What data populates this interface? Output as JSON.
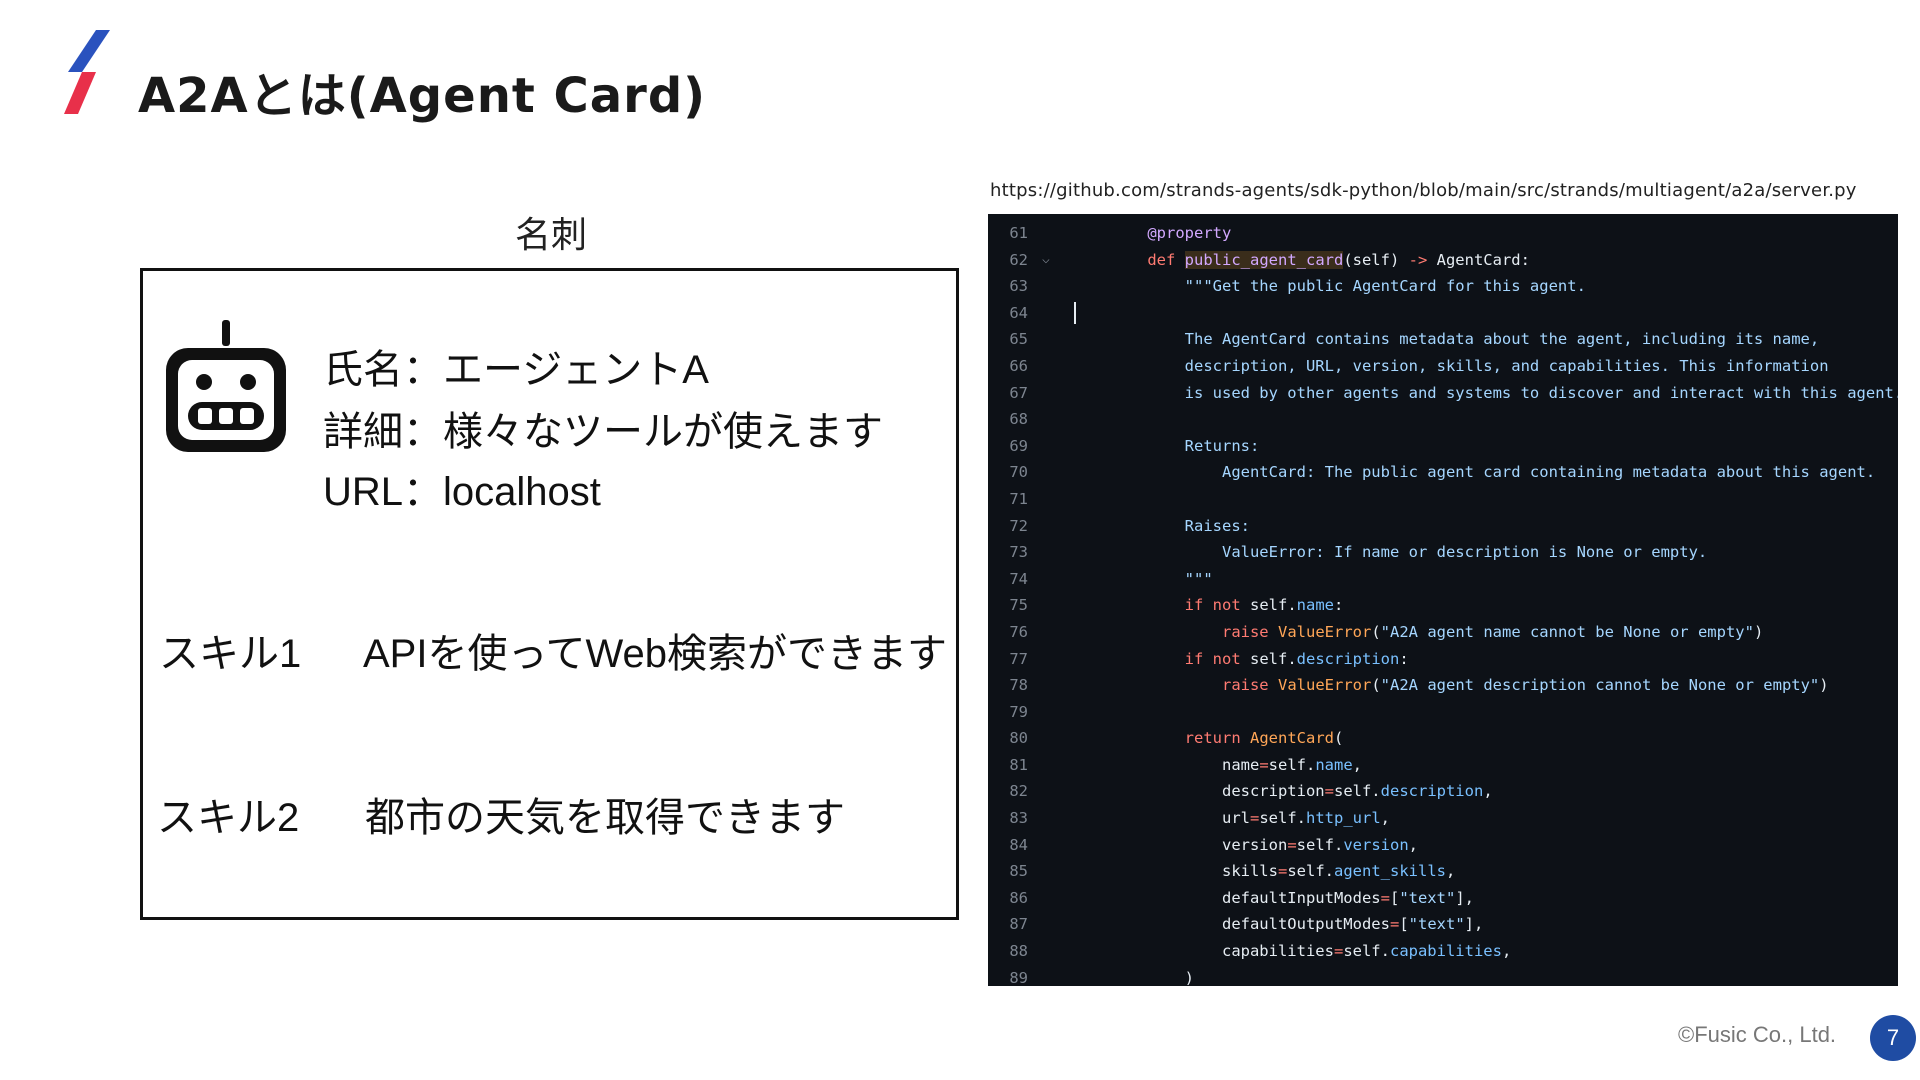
{
  "slide": {
    "title": "A2Aとは(Agent Card)",
    "copyright": "©Fusic Co., Ltd.",
    "page_number": "7",
    "accent_colors": {
      "stripe_blue": "#2a52be",
      "stripe_red": "#e8304a",
      "badge": "#1f4ca3"
    }
  },
  "card": {
    "caption": "名刺",
    "icon": "robot-icon",
    "lines": [
      "氏名：エージェントA",
      "詳細：様々なツールが使えます",
      "URL：localhost"
    ],
    "skills": [
      {
        "label": "スキル1",
        "description": "APIを使ってWeb検索ができます"
      },
      {
        "label": "スキル2",
        "description": "都市の天気を取得できます"
      }
    ]
  },
  "code_view": {
    "source_url": "https://github.com/strands-agents/sdk-python/blob/main/src/strands/multiagent/a2a/server.py",
    "lines": [
      {
        "n": "61",
        "t": [
          [
            "    ",
            ""
          ],
          [
            "@property",
            "fn"
          ]
        ]
      },
      {
        "n": "62",
        "fold": true,
        "t": [
          [
            "    ",
            ""
          ],
          [
            "def",
            "kw"
          ],
          [
            " ",
            ""
          ],
          [
            "public_agent_card",
            "fnhl"
          ],
          [
            "(self) ",
            ""
          ],
          [
            "->",
            "op"
          ],
          [
            " AgentCard:",
            ""
          ]
        ]
      },
      {
        "n": "63",
        "t": [
          [
            "        \"\"\"Get the public AgentCard for this agent.",
            "str"
          ]
        ]
      },
      {
        "n": "64",
        "cursor": true,
        "t": []
      },
      {
        "n": "65",
        "t": [
          [
            "        The AgentCard contains metadata about the agent, including its name,",
            "str"
          ]
        ]
      },
      {
        "n": "66",
        "t": [
          [
            "        description, URL, version, skills, and capabilities. This information",
            "str"
          ]
        ]
      },
      {
        "n": "67",
        "t": [
          [
            "        is used by other agents and systems to discover and interact with this agent.",
            "str"
          ]
        ]
      },
      {
        "n": "68",
        "t": []
      },
      {
        "n": "69",
        "t": [
          [
            "        Returns:",
            "str"
          ]
        ]
      },
      {
        "n": "70",
        "t": [
          [
            "            AgentCard: The public agent card containing metadata about this agent.",
            "str"
          ]
        ]
      },
      {
        "n": "71",
        "t": []
      },
      {
        "n": "72",
        "t": [
          [
            "        Raises:",
            "str"
          ]
        ]
      },
      {
        "n": "73",
        "t": [
          [
            "            ValueError: If name or description is None or empty.",
            "str"
          ]
        ]
      },
      {
        "n": "74",
        "t": [
          [
            "        \"\"\"",
            "str"
          ]
        ]
      },
      {
        "n": "75",
        "t": [
          [
            "        ",
            ""
          ],
          [
            "if",
            "kw"
          ],
          [
            " ",
            ""
          ],
          [
            "not",
            "kw"
          ],
          [
            " self.",
            ""
          ],
          [
            "name",
            "attr"
          ],
          [
            ":",
            ""
          ]
        ]
      },
      {
        "n": "76",
        "t": [
          [
            "            ",
            ""
          ],
          [
            "raise",
            "kw"
          ],
          [
            " ",
            ""
          ],
          [
            "ValueError",
            "cls"
          ],
          [
            "(",
            ""
          ],
          [
            "\"A2A agent name cannot be None or empty\"",
            "str"
          ],
          [
            ")",
            ""
          ]
        ]
      },
      {
        "n": "77",
        "t": [
          [
            "        ",
            ""
          ],
          [
            "if",
            "kw"
          ],
          [
            " ",
            ""
          ],
          [
            "not",
            "kw"
          ],
          [
            " self.",
            ""
          ],
          [
            "description",
            "attr"
          ],
          [
            ":",
            ""
          ]
        ]
      },
      {
        "n": "78",
        "t": [
          [
            "            ",
            ""
          ],
          [
            "raise",
            "kw"
          ],
          [
            " ",
            ""
          ],
          [
            "ValueError",
            "cls"
          ],
          [
            "(",
            ""
          ],
          [
            "\"A2A agent description cannot be None or empty\"",
            "str"
          ],
          [
            ")",
            ""
          ]
        ]
      },
      {
        "n": "79",
        "t": []
      },
      {
        "n": "80",
        "t": [
          [
            "        ",
            ""
          ],
          [
            "return",
            "kw"
          ],
          [
            " ",
            ""
          ],
          [
            "AgentCard",
            "cls"
          ],
          [
            "(",
            ""
          ]
        ]
      },
      {
        "n": "81",
        "t": [
          [
            "            name",
            ""
          ],
          [
            "=",
            "op"
          ],
          [
            "self.",
            ""
          ],
          [
            "name",
            "attr"
          ],
          [
            ",",
            ""
          ]
        ]
      },
      {
        "n": "82",
        "t": [
          [
            "            description",
            ""
          ],
          [
            "=",
            "op"
          ],
          [
            "self.",
            ""
          ],
          [
            "description",
            "attr"
          ],
          [
            ",",
            ""
          ]
        ]
      },
      {
        "n": "83",
        "t": [
          [
            "            url",
            ""
          ],
          [
            "=",
            "op"
          ],
          [
            "self.",
            ""
          ],
          [
            "http_url",
            "attr"
          ],
          [
            ",",
            ""
          ]
        ]
      },
      {
        "n": "84",
        "t": [
          [
            "            version",
            ""
          ],
          [
            "=",
            "op"
          ],
          [
            "self.",
            ""
          ],
          [
            "version",
            "attr"
          ],
          [
            ",",
            ""
          ]
        ]
      },
      {
        "n": "85",
        "t": [
          [
            "            skills",
            ""
          ],
          [
            "=",
            "op"
          ],
          [
            "self.",
            ""
          ],
          [
            "agent_skills",
            "attr"
          ],
          [
            ",",
            ""
          ]
        ]
      },
      {
        "n": "86",
        "t": [
          [
            "            defaultInputModes",
            ""
          ],
          [
            "=",
            "op"
          ],
          [
            "[",
            ""
          ],
          [
            "\"text\"",
            "str"
          ],
          [
            "],",
            ""
          ]
        ]
      },
      {
        "n": "87",
        "t": [
          [
            "            defaultOutputModes",
            ""
          ],
          [
            "=",
            "op"
          ],
          [
            "[",
            ""
          ],
          [
            "\"text\"",
            "str"
          ],
          [
            "],",
            ""
          ]
        ]
      },
      {
        "n": "88",
        "t": [
          [
            "            capabilities",
            ""
          ],
          [
            "=",
            "op"
          ],
          [
            "self.",
            ""
          ],
          [
            "capabilities",
            "attr"
          ],
          [
            ",",
            ""
          ]
        ]
      },
      {
        "n": "89",
        "t": [
          [
            "        )",
            ""
          ]
        ]
      }
    ]
  }
}
